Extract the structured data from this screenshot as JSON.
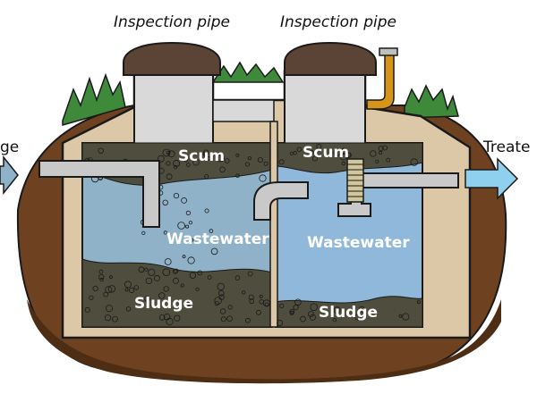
{
  "labels": {
    "inspection_left": "Inspection pipe",
    "inspection_right": "Inspection pipe",
    "inlet": "ge",
    "outlet": "Treate",
    "scum_left": "Scum",
    "scum_right": "Scum",
    "wastewater_left": "Wastewater",
    "wastewater_right": "Wastewater",
    "sludge_left": "Sludge",
    "sludge_right": "Sludge"
  },
  "colors": {
    "soil": "#6e4220",
    "soil_dark": "#4d2d14",
    "grass": "#3f8a3a",
    "tank_wall": "#dcc7a6",
    "water": "#8fb2c8",
    "water_right": "#8fb8da",
    "sludge": "#4f4e3e",
    "lid": "#5b4436",
    "riser": "#d9d9d9",
    "pipe": "#c9c9c9",
    "arrow": "#8fd0ee",
    "vent": "#d69418"
  }
}
